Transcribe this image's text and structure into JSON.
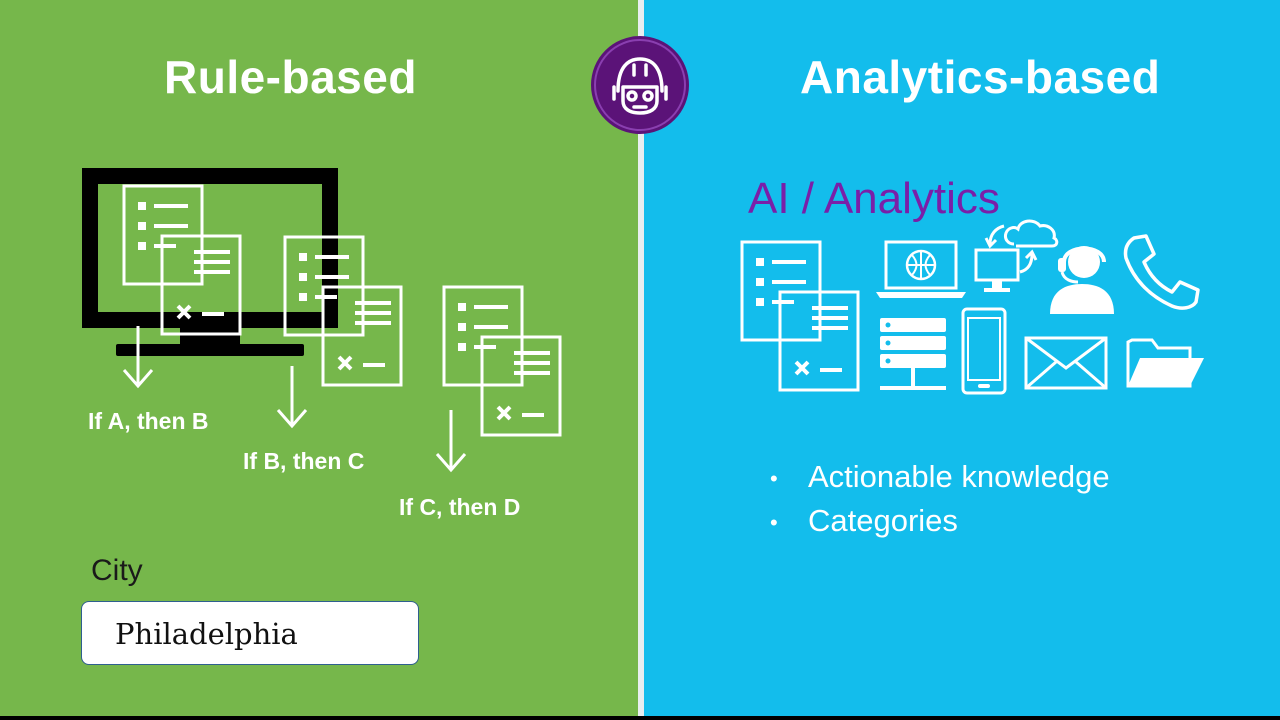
{
  "left_panel": {
    "title": "Rule-based",
    "rules": [
      "If A, then B",
      "If B, then C",
      "If C, then D"
    ],
    "city_label": "City",
    "city_value": "Philadelphia",
    "background": "#76b74b"
  },
  "right_panel": {
    "title": "Analytics-based",
    "ai_title": "AI / Analytics",
    "ai_title_color": "#7a1fa8",
    "bullets": [
      "Actionable knowledge",
      "Categories"
    ],
    "background": "#13bdec"
  },
  "center_logo": {
    "icon": "robot-icon",
    "color": "#5b1378"
  },
  "icons": [
    "monitor-icon",
    "form-icon",
    "arrow-down-icon",
    "laptop-globe-icon",
    "cloud-sync-icon",
    "support-agent-icon",
    "phone-icon",
    "server-icon",
    "mobile-icon",
    "mail-icon",
    "folder-icon"
  ]
}
